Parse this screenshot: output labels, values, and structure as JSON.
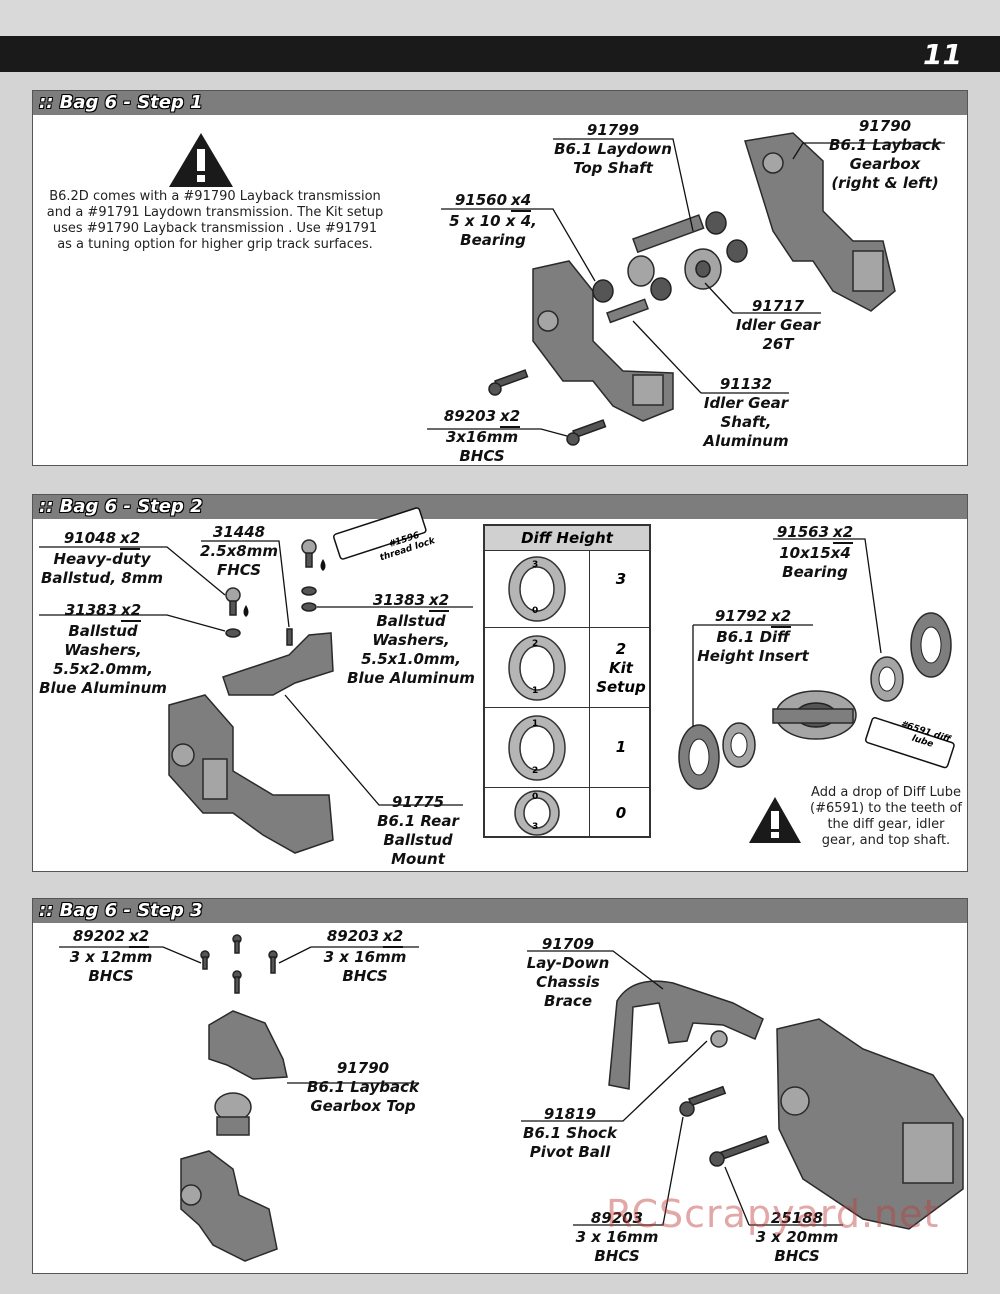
{
  "page": {
    "number": "11"
  },
  "step1": {
    "title": ":: Bag 6 - Step 1",
    "warning_note": "B6.2D comes with a #91790 Layback transmission and a #91791 Laydown transmission. The Kit setup uses #91790 Layback transmission . Use #91791 as a tuning option for higher grip track surfaces.",
    "parts": {
      "p91799": {
        "num": "91799",
        "name1": "B6.1 Laydown",
        "name2": "Top Shaft"
      },
      "p91790": {
        "num": "91790",
        "name1": "B6.1 Layback",
        "name2": "Gearbox",
        "name3": "(right & left)"
      },
      "p91560": {
        "num": "91560",
        "qty": "x4",
        "name1": "5 x 10 x 4,",
        "name2": "Bearing"
      },
      "p91717": {
        "num": "91717",
        "name1": "Idler Gear",
        "name2": "26T"
      },
      "p91132": {
        "num": "91132",
        "name1": "Idler Gear",
        "name2": "Shaft,",
        "name3": "Aluminum"
      },
      "p89203": {
        "num": "89203",
        "qty": "x2",
        "name1": "3x16mm",
        "name2": "BHCS"
      }
    }
  },
  "step2": {
    "title": ":: Bag 6 - Step 2",
    "tube_thread": "#1596 thread lock",
    "tube_diff": "#6591 diff lube",
    "lube_note": "Add a drop of Diff Lube (#6591) to the teeth of the diff gear, idler gear, and top shaft.",
    "parts": {
      "p91048": {
        "num": "91048",
        "qty": "x2",
        "name1": "Heavy-duty",
        "name2": "Ballstud, 8mm"
      },
      "p31448": {
        "num": "31448",
        "name1": "2.5x8mm",
        "name2": "FHCS"
      },
      "p31383a": {
        "num": "31383",
        "qty": "x2",
        "name1": "Ballstud",
        "name2": "Washers,",
        "name3": "5.5x2.0mm,",
        "name4": "Blue Aluminum"
      },
      "p31383b": {
        "num": "31383",
        "qty": "x2",
        "name1": "Ballstud",
        "name2": "Washers,",
        "name3": "5.5x1.0mm,",
        "name4": "Blue Aluminum"
      },
      "p91775": {
        "num": "91775",
        "name1": "B6.1 Rear",
        "name2": "Ballstud",
        "name3": "Mount"
      },
      "p91563": {
        "num": "91563",
        "qty": "x2",
        "name1": "10x15x4",
        "name2": "Bearing"
      },
      "p91792": {
        "num": "91792",
        "qty": "x2",
        "name1": "B6.1 Diff",
        "name2": "Height Insert"
      }
    },
    "diff_height": {
      "header": "Diff Height",
      "rows": [
        {
          "l1": "3",
          "l2": "",
          "l3": "",
          "top": "3",
          "bot": "0"
        },
        {
          "l1": "2",
          "l2": "Kit",
          "l3": "Setup",
          "top": "2",
          "bot": "1"
        },
        {
          "l1": "1",
          "l2": "",
          "l3": "",
          "top": "1",
          "bot": "2"
        },
        {
          "l1": "0",
          "l2": "",
          "l3": "",
          "top": "0",
          "bot": "3"
        }
      ]
    }
  },
  "step3": {
    "title": ":: Bag 6 - Step 3",
    "parts": {
      "p89202": {
        "num": "89202",
        "qty": "x2",
        "name1": "3 x 12mm",
        "name2": "BHCS"
      },
      "p89203": {
        "num": "89203",
        "qty": "x2",
        "name1": "3 x 16mm",
        "name2": "BHCS"
      },
      "p91790": {
        "num": "91790",
        "name1": "B6.1 Layback",
        "name2": "Gearbox Top"
      },
      "p91709": {
        "num": "91709",
        "name1": "Lay-Down",
        "name2": "Chassis",
        "name3": "Brace"
      },
      "p91819": {
        "num": "91819",
        "name1": "B6.1 Shock",
        "name2": "Pivot Ball"
      },
      "p89203b": {
        "num": "89203",
        "name1": "3 x 16mm",
        "name2": "BHCS"
      },
      "p25188": {
        "num": "25188",
        "name1": "3 x 20mm",
        "name2": "BHCS"
      }
    }
  },
  "watermark": "RCScrapyard.net"
}
